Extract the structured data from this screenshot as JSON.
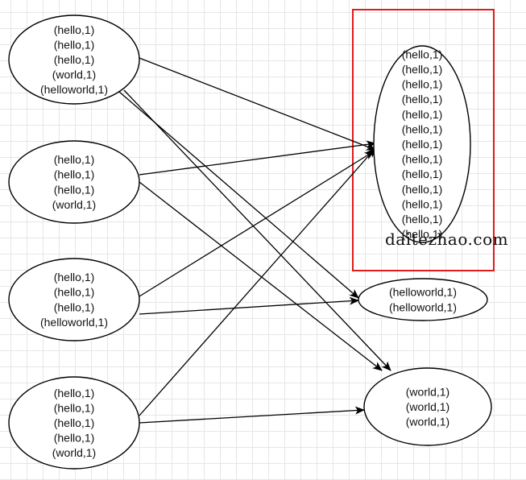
{
  "nodes": [
    {
      "id": "input-1",
      "lines": [
        "(hello,1)",
        "(hello,1)",
        "(hello,1)",
        "(world,1)",
        "(helloworld,1)"
      ]
    },
    {
      "id": "input-2",
      "lines": [
        "(hello,1)",
        "(hello,1)",
        "(hello,1)",
        "(world,1)"
      ]
    },
    {
      "id": "input-3",
      "lines": [
        "(hello,1)",
        "(hello,1)",
        "(hello,1)",
        "(helloworld,1)"
      ]
    },
    {
      "id": "input-4",
      "lines": [
        "(hello,1)",
        "(hello,1)",
        "(hello,1)",
        "(hello,1)",
        "(world,1)"
      ]
    },
    {
      "id": "output-hello",
      "lines": [
        "(hello,1)",
        "(hello,1)",
        "(hello,1)",
        "(hello,1)",
        "(hello,1)",
        "(hello,1)",
        "(hello,1)",
        "(hello,1)",
        "(hello,1)",
        "(hello,1)",
        "(hello,1)",
        "(hello,1)",
        "(hello,1)"
      ]
    },
    {
      "id": "output-helloworld",
      "lines": [
        "(helloworld,1)",
        "(helloworld,1)"
      ]
    },
    {
      "id": "output-world",
      "lines": [
        "(world,1)",
        "(world,1)",
        "(world,1)"
      ]
    }
  ],
  "edges": [
    {
      "from": "input-1",
      "to": "output-hello"
    },
    {
      "from": "input-1",
      "to": "output-helloworld"
    },
    {
      "from": "input-1",
      "to": "output-world"
    },
    {
      "from": "input-2",
      "to": "output-hello"
    },
    {
      "from": "input-2",
      "to": "output-world"
    },
    {
      "from": "input-3",
      "to": "output-hello"
    },
    {
      "from": "input-3",
      "to": "output-helloworld"
    },
    {
      "from": "input-4",
      "to": "output-hello"
    },
    {
      "from": "input-4",
      "to": "output-world"
    }
  ],
  "highlight": {
    "target": "output-hello",
    "color": "#e01b1b"
  },
  "watermark": "daitezhao.com"
}
